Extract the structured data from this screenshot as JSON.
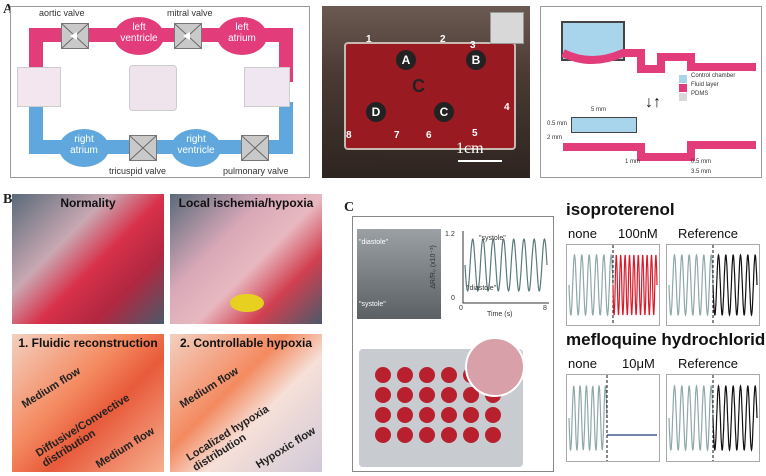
{
  "panel_letters": {
    "a": "A",
    "b": "B",
    "c": "C"
  },
  "circulation": {
    "aortic_valve": "aortic valve",
    "mitral_valve": "mitral valve",
    "left_ventricle": "left\nventricle",
    "left_atrium": "left\natrium",
    "right_atrium": "right\natrium",
    "right_ventricle": "right\nventricle",
    "tricuspid_valve": "tricuspid valve",
    "pulmonary_valve": "pulmonary valve",
    "colors": {
      "systemic": "#e23c7a",
      "pulmonary": "#5fa7dc"
    }
  },
  "chip_photo": {
    "port_numbers": [
      "1",
      "2",
      "3",
      "4",
      "5",
      "6",
      "7",
      "8"
    ],
    "chambers": [
      "A",
      "B",
      "C",
      "D"
    ],
    "chamber_c_label": "C",
    "scale": "1cm"
  },
  "valve_schematic": {
    "legend": [
      "Control chamber",
      "Fluid layer",
      "PDMS"
    ],
    "legend_colors": [
      "#a8d4ec",
      "#e23c7a",
      "#d8d8d8"
    ],
    "dims": [
      "5 mm",
      "0.5 mm",
      "2 mm",
      "1 mm",
      "0.5 mm",
      "3.5 mm"
    ]
  },
  "tissue_tiles": [
    {
      "title": "Normality"
    },
    {
      "title": "Local ischemia/hypoxia"
    },
    {
      "title": "1. Fluidic reconstruction",
      "flows": [
        "Medium flow",
        "Diffusive/Convective distribution",
        "Medium flow"
      ]
    },
    {
      "title": "2. Controllable hypoxia",
      "flows": [
        "Medium flow",
        "Localized hypoxia distribution",
        "Hypoxic flow"
      ]
    }
  ],
  "inset_plot": {
    "ylabel": "ΔR/R₀ (x10⁻³)",
    "xlabel": "Time (s)",
    "yticks": [
      "1.2",
      "0"
    ],
    "xticks": [
      "0",
      "8"
    ],
    "annotations": [
      "\"systole\"",
      "\"diastole\""
    ],
    "photo_labels": [
      "\"diastole\"",
      "\"systole\""
    ]
  },
  "drugs": [
    {
      "name": "isoproterenol",
      "conditions": [
        "none",
        "100nM",
        "Reference"
      ]
    },
    {
      "name": "mefloquine hydrochloride",
      "conditions": [
        "none",
        "10μM",
        "Reference"
      ]
    }
  ],
  "trace_colors": {
    "baseline": "#8fa8a8",
    "iso": "#d81a2a",
    "ref": "#111111",
    "meflo": "#1f3a7a"
  }
}
